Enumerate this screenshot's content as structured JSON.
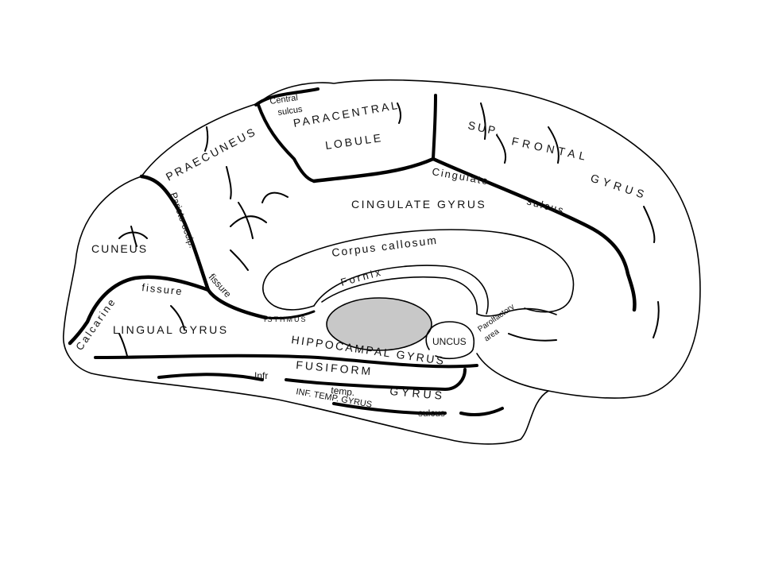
{
  "labels": {
    "central_sulcus_1": "Central",
    "central_sulcus_2": "sulcus",
    "paracentral": "PARACENTRAL",
    "lobule": "LOBULE",
    "sup_frontal_a": "SUP.",
    "sup_frontal_b": "FRONTAL",
    "sup_frontal_c": "GYRUS",
    "praecuneus": "PRAECUNEUS",
    "cingulate_sulcus_1": "Cingulate",
    "cingulate_sulcus_2": "sulcus",
    "cingulate_gyrus": "CINGULATE GYRUS",
    "parieto_occip": "Parieto-occip.",
    "fissure_po": "fissure",
    "cuneus": "CUNEUS",
    "corpus_callosum": "Corpus callosum",
    "fornix": "Fornix",
    "calcarine": "Calcarine",
    "fissure_calc": "fissure",
    "lingual_gyrus": "LINGUAL GYRUS",
    "isthmus": "ISTHMUS",
    "hippocampal_gyrus": "HIPPOCAMPAL GYRUS",
    "uncus": "UNCUS",
    "parolfactory_1": "Parolfactory",
    "parolfactory_2": "area",
    "fusiform_a": "FUSIFORM",
    "fusiform_b": "GYRUS",
    "infr": "Infr",
    "temp": "temp.",
    "inf_temp_gyrus": "INF. TEMP. GYRUS",
    "sulcus_inf": "sulcus"
  },
  "colors": {
    "outline": "#000000",
    "thalamus_fill": "#c8c8c8",
    "background": "#ffffff"
  }
}
